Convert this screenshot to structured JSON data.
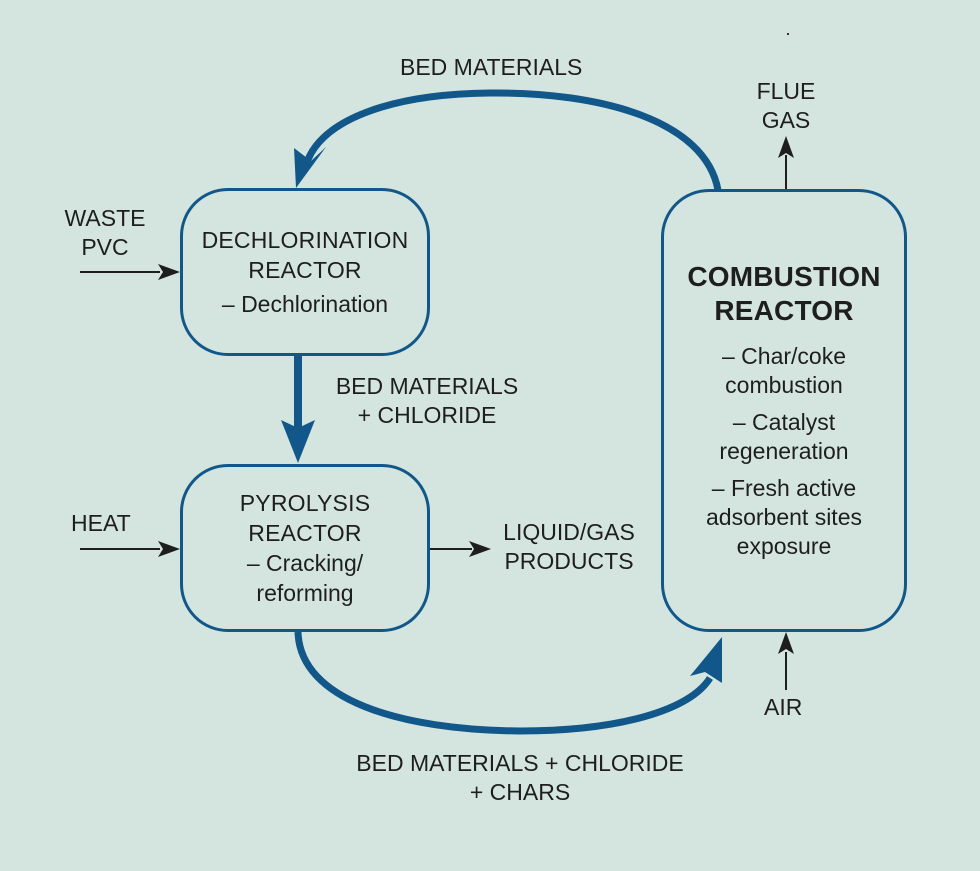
{
  "diagram": {
    "colors": {
      "background": "#d4e5e0",
      "flow": "#12578a",
      "text": "#1e1e1e"
    },
    "nodes": {
      "dechlorination": {
        "title": [
          "DECHLORINATION",
          "REACTOR"
        ],
        "desc": [
          "– Dechlorination"
        ]
      },
      "pyrolysis": {
        "title": [
          "PYROLYSIS",
          "REACTOR"
        ],
        "desc": [
          "– Cracking/",
          "reforming"
        ]
      },
      "combustion": {
        "title": [
          "COMBUSTION",
          "REACTOR"
        ],
        "desc": [
          [
            "– Char/coke",
            "combustion"
          ],
          [
            "– Catalyst",
            "regeneration"
          ],
          [
            "– Fresh active",
            "adsorbent sites",
            "exposure"
          ]
        ]
      }
    },
    "labels": {
      "bed_materials_top": "BED MATERIALS",
      "flue_gas": [
        "FLUE",
        "GAS"
      ],
      "waste_pvc": [
        "WASTE",
        "PVC"
      ],
      "heat": "HEAT",
      "bed_chloride": [
        "BED MATERIALS",
        "+ CHLORIDE"
      ],
      "liquid_gas": [
        "LIQUID/GAS",
        "PRODUCTS"
      ],
      "air": "AIR",
      "bed_chloride_chars": [
        "BED MATERIALS + CHLORIDE",
        "+ CHARS"
      ]
    }
  }
}
